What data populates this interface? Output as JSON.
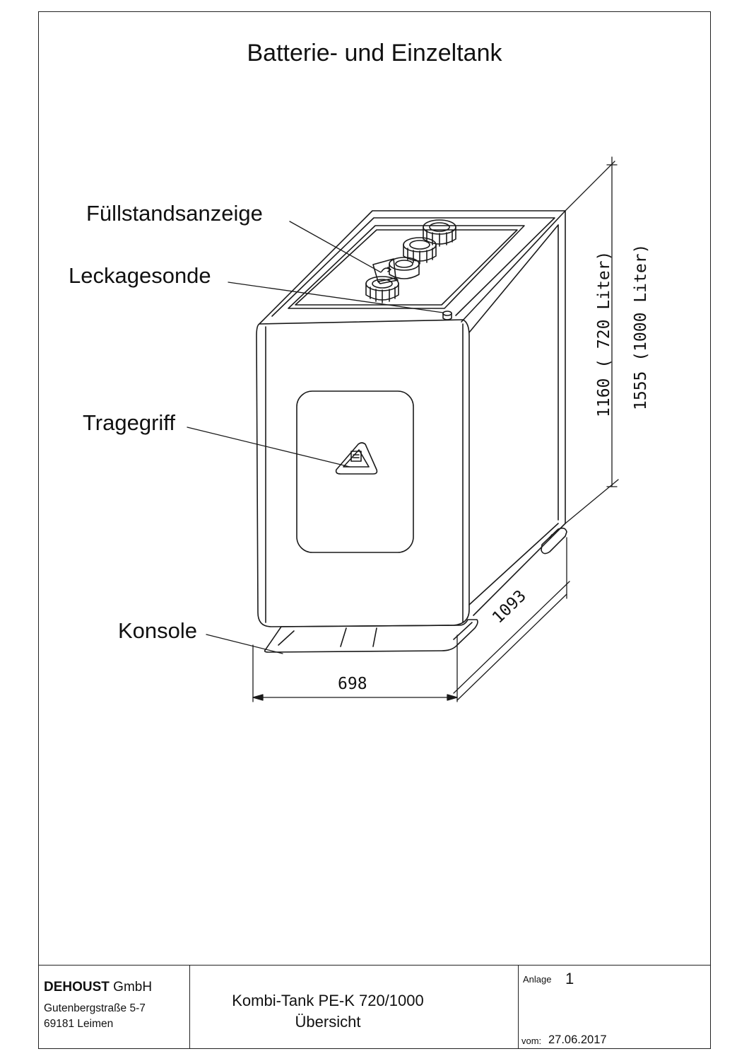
{
  "drawing": {
    "title": "Batterie- und Einzeltank",
    "labels": {
      "fuellstand": "Füllstandsanzeige",
      "leckage": "Leckagesonde",
      "tragegriff": "Tragegriff",
      "konsole": "Konsole"
    },
    "dimensions": {
      "width": "698",
      "depth": "1093",
      "height_720": "1160 ( 720 Liter)",
      "height_1000": "1555 (1000 Liter)"
    }
  },
  "title_block": {
    "company_bold": "DEHOUST",
    "company_rest": " GmbH",
    "street": "Gutenbergstraße 5-7",
    "city": "69181 Leimen",
    "product_line1": "Kombi-Tank PE-K 720/1000",
    "product_line2": "Übersicht",
    "anlage_label": "Anlage",
    "anlage_value": "1",
    "vom_label": "vom:",
    "vom_value": "27.06.2017"
  }
}
